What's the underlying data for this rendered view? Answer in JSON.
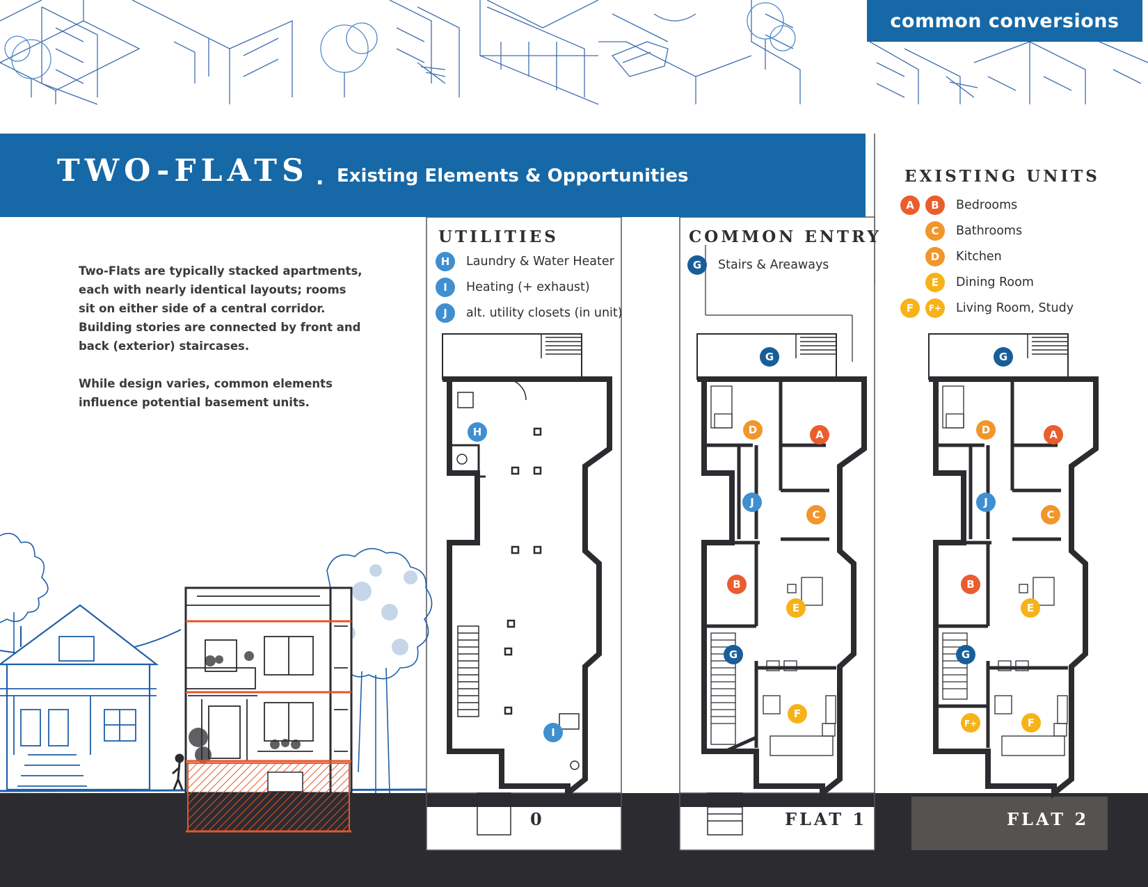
{
  "header": {
    "section_tag": "common conversions"
  },
  "banner": {
    "title": "TWO-FLATS",
    "separator": ".",
    "subtitle": "Existing Elements & Opportunities"
  },
  "intro": {
    "paragraph_1": "Two-Flats are typically stacked apartments, each with nearly identical layouts; rooms sit on either side of a central corridor. Building stories are connected by front and back (exterior) staircases.",
    "paragraph_2": "While design varies, common elements influence potential basement units."
  },
  "utilities": {
    "heading": "UTILITIES",
    "items": [
      {
        "key": "H",
        "label": "Laundry & Water Heater"
      },
      {
        "key": "I",
        "label": "Heating (+ exhaust)"
      },
      {
        "key": "J",
        "label": "alt. utility closets (in unit)"
      }
    ]
  },
  "common_entry": {
    "heading": "COMMON ENTRY",
    "items": [
      {
        "key": "G",
        "label": "Stairs & Areaways"
      }
    ]
  },
  "existing_units": {
    "heading": "EXISTING UNITS",
    "items": [
      {
        "keys": [
          "A",
          "B"
        ],
        "label": "Bedrooms"
      },
      {
        "keys": [
          "C"
        ],
        "label": "Bathrooms"
      },
      {
        "keys": [
          "D"
        ],
        "label": "Kitchen"
      },
      {
        "keys": [
          "E"
        ],
        "label": "Dining Room"
      },
      {
        "keys": [
          "F",
          "F+"
        ],
        "label": "Living Room, Study"
      }
    ]
  },
  "plans": {
    "basement_label": "0",
    "flat1_label": "FLAT 1",
    "flat2_label": "FLAT 2"
  },
  "colors": {
    "brand_blue": "#1668a6",
    "utility_blue": "#3f8fd1",
    "entry_navy": "#175e9a",
    "bedroom_red": "#ea5d2c",
    "service_orange": "#f2952a",
    "living_yellow": "#f7b21a",
    "ground_dark": "#2c2b30",
    "basement_hatch": "#e8542a"
  },
  "icons": [
    "isometric-city-illustration",
    "street-section-illustration",
    "floor-plan-basement",
    "floor-plan-flat-1",
    "floor-plan-flat-2"
  ]
}
